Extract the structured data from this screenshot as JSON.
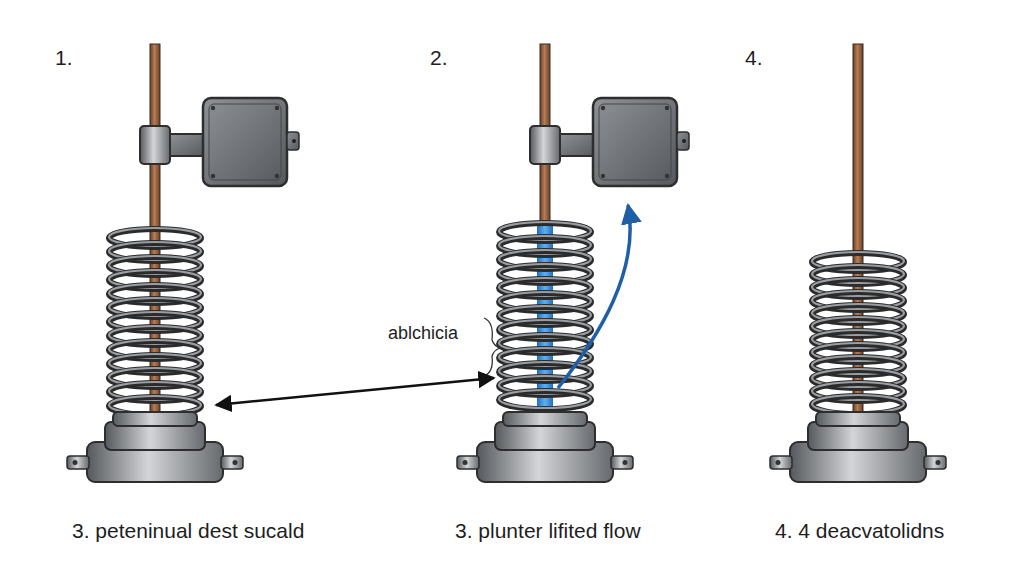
{
  "diagram": {
    "labels": [
      "1.",
      "2.",
      "4.",
      "ablchicia",
      "3. peteninual dest sucald",
      "3. plunter lifited flow",
      "4. 4 deacvatolidns"
    ]
  }
}
